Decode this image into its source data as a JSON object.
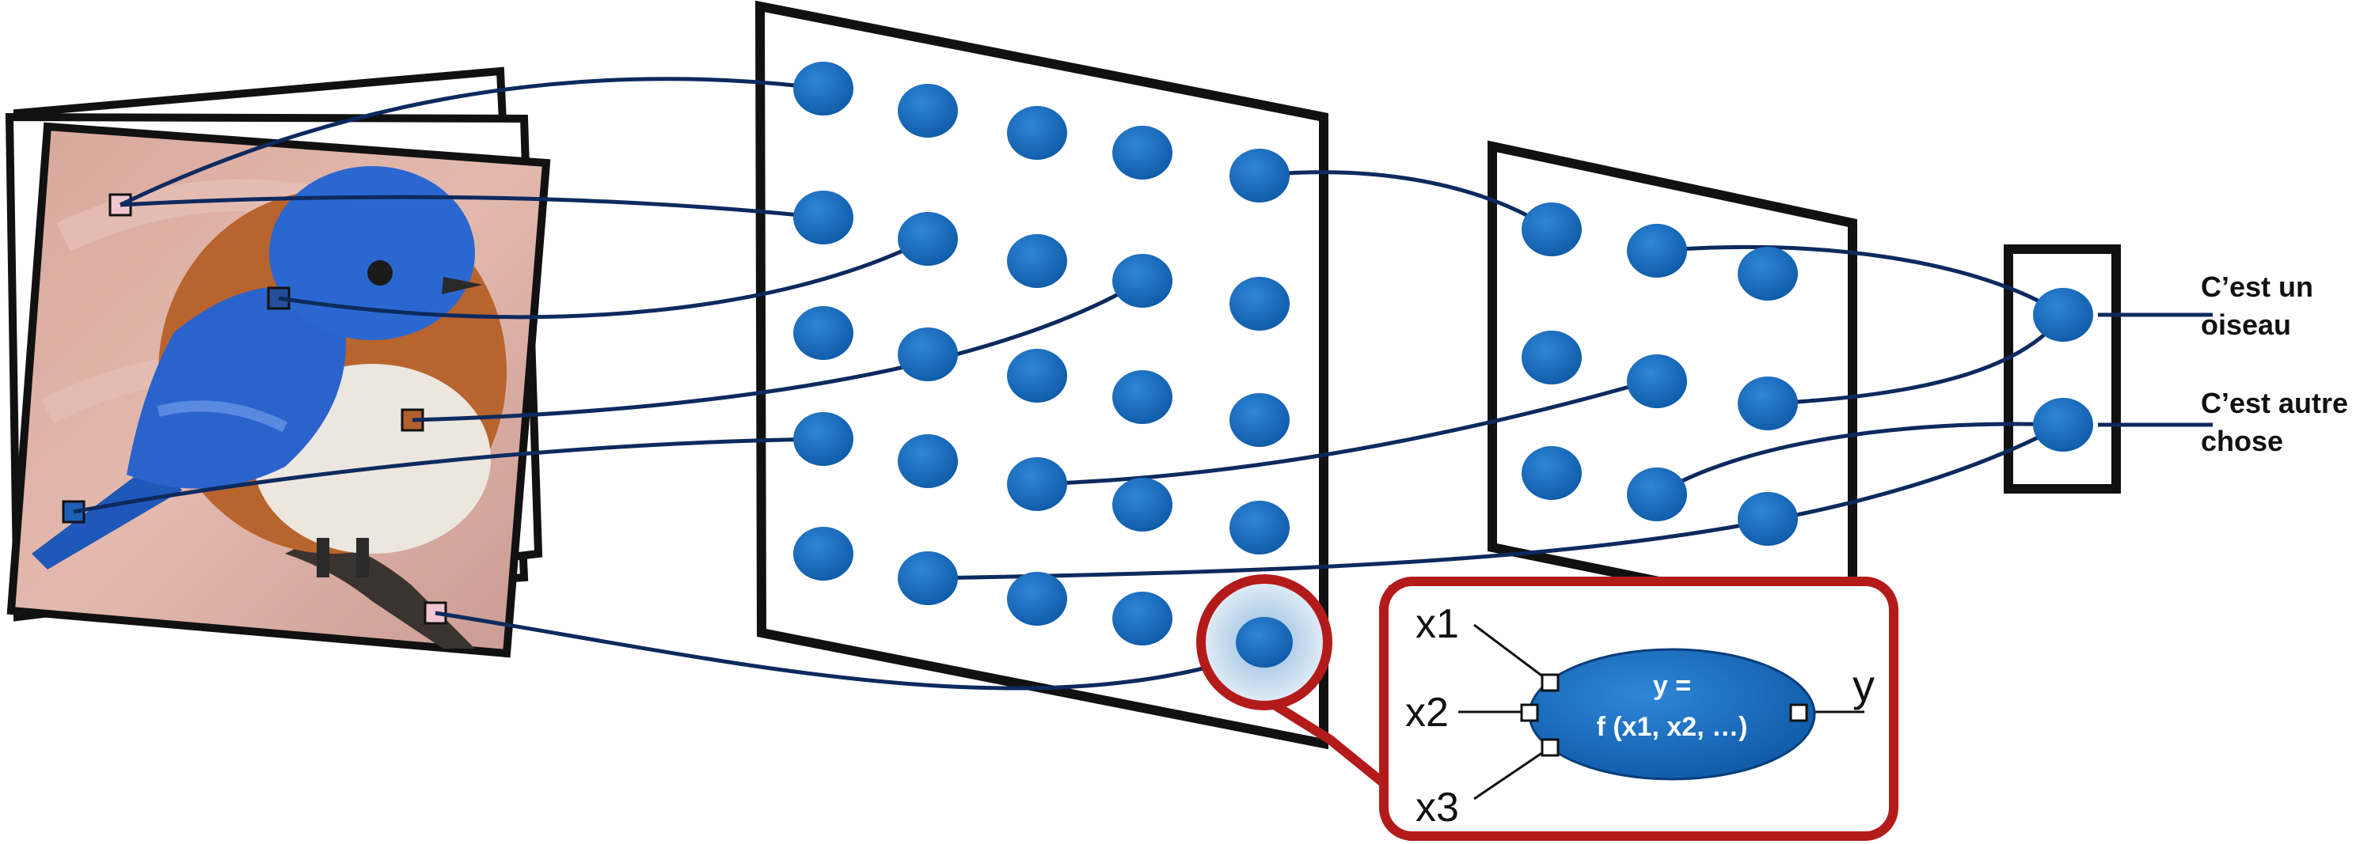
{
  "diagram": {
    "outputs": [
      {
        "line1": "C’est un",
        "line2": "oiseau"
      },
      {
        "line1": "C’est autre",
        "line2": "chose"
      }
    ],
    "neuron_detail": {
      "inputs": [
        "x1",
        "x2",
        "x3"
      ],
      "output": "y",
      "function_line1": "y =",
      "function_line2": "f (x1, x2, …)"
    }
  },
  "colors": {
    "neuron": "#1565b5",
    "connection": "#0d2a5e",
    "frame": "#111111",
    "zoom_outline": "#b31b1b"
  }
}
